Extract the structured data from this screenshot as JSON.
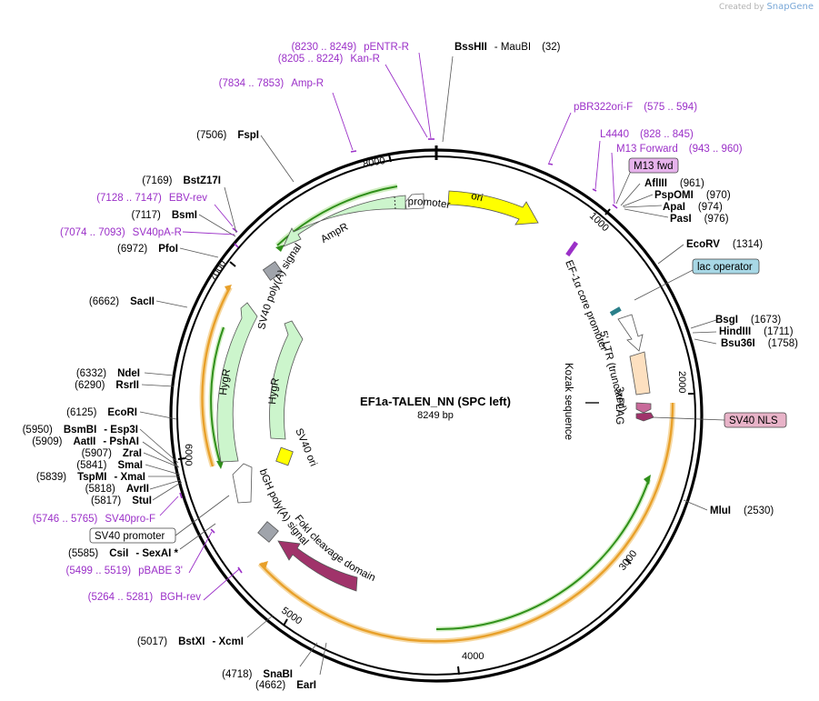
{
  "watermark": {
    "created_by": "Created by",
    "brand": "SnapGene"
  },
  "title": "EF1a-TALEN_NN (SPC left)",
  "length_label": "8249 bp",
  "ticks": [
    "1000",
    "2000",
    "3000",
    "4000",
    "5000",
    "6000",
    "7000",
    "8000"
  ],
  "sites": [
    {
      "label": "BssHII",
      "suffix": "- MauBI",
      "pos": "(32)"
    },
    {
      "label": "AflIII",
      "pos": "(961)"
    },
    {
      "label": "PspOMI",
      "pos": "(970)"
    },
    {
      "label": "ApaI",
      "pos": "(974)"
    },
    {
      "label": "PasI",
      "pos": "(976)"
    },
    {
      "label": "EcoRV",
      "pos": "(1314)"
    },
    {
      "label": "BsgI",
      "pos": "(1673)"
    },
    {
      "label": "HindIII",
      "pos": "(1711)"
    },
    {
      "label": "Bsu36I",
      "pos": "(1758)"
    },
    {
      "label": "MluI",
      "pos": "(2530)"
    },
    {
      "label": "EarI",
      "pos": "(4662)"
    },
    {
      "label": "SnaBI",
      "pos": "(4718)"
    },
    {
      "label": "BstXI",
      "suffix": "- XcmI",
      "pos": "(5017)"
    },
    {
      "label": "CsiI",
      "suffix": "- SexAI *",
      "pos": "(5585)"
    },
    {
      "label": "StuI",
      "pos": "(5817)"
    },
    {
      "label": "AvrII",
      "pos": "(5818)"
    },
    {
      "label": "TspMI",
      "suffix": "- XmaI",
      "pos": "(5839)"
    },
    {
      "label": "SmaI",
      "pos": "(5841)"
    },
    {
      "label": "ZraI",
      "pos": "(5907)"
    },
    {
      "label": "AatII",
      "suffix": "- PshAI",
      "pos": "(5909)"
    },
    {
      "label": "BsmBI",
      "suffix": "- Esp3I",
      "pos": "(5950)"
    },
    {
      "label": "EcoRI",
      "pos": "(6125)"
    },
    {
      "label": "RsrII",
      "pos": "(6290)"
    },
    {
      "label": "NdeI",
      "pos": "(6332)"
    },
    {
      "label": "SacII",
      "pos": "(6662)"
    },
    {
      "label": "PfoI",
      "pos": "(6972)"
    },
    {
      "label": "BsmI",
      "pos": "(7117)"
    },
    {
      "label": "BstZ17I",
      "pos": "(7169)"
    },
    {
      "label": "FspI",
      "pos": "(7506)"
    }
  ],
  "primers": [
    {
      "range": "(8230 .. 8249)",
      "name": "pENTR-R"
    },
    {
      "range": "(8205 .. 8224)",
      "name": "Kan-R"
    },
    {
      "range": "(7834 .. 7853)",
      "name": "Amp-R"
    },
    {
      "name": "pBR322ori-F",
      "range": "(575 .. 594)"
    },
    {
      "name": "L4440",
      "range": "(828 .. 845)"
    },
    {
      "name": "M13 Forward",
      "range": "(943 .. 960)"
    },
    {
      "range": "(7128 .. 7147)",
      "name": "EBV-rev"
    },
    {
      "range": "(7074 .. 7093)",
      "name": "SV40pA-R"
    },
    {
      "range": "(5746 .. 5765)",
      "name": "SV40pro-F"
    },
    {
      "range": "(5499 .. 5519)",
      "name": "pBABE 3'"
    },
    {
      "range": "(5264 .. 5281)",
      "name": "BGH-rev"
    }
  ],
  "boxed": {
    "m13fwd": "M13 fwd",
    "lac": "lac operator",
    "sv40nls": "SV40 NLS",
    "sv40prom": "SV40 promoter"
  },
  "features": {
    "ori": "ori",
    "ampr_promoter": "AmpR promoter",
    "ampr": "AmpR",
    "sv40_polya": "SV40 poly(A) signal",
    "hygr_outer": "HygR",
    "hygr_inner": "HygR",
    "sv40_ori": "SV40 ori",
    "bgh": "bGH poly(A) signal",
    "foki": "FokI cleavage domain",
    "ef1a": "EF-1α core promoter",
    "ltr": "5' LTR (truncated)",
    "flag": "3xFLAG",
    "kozak": "Kozak sequence"
  },
  "colors": {
    "backbone": "#000000",
    "ori": "#ffff00",
    "resistance": "#ccf5cc",
    "polya": "#a0a4ab",
    "foki": "#a0336a",
    "primer": "#9b30c8",
    "orange_orf": "#f0a830",
    "green_orf": "#2f8f1a",
    "lac_box": "#a8d8e6",
    "m13_box": "#e7b3ec",
    "nls_box": "#e8b3c8"
  }
}
